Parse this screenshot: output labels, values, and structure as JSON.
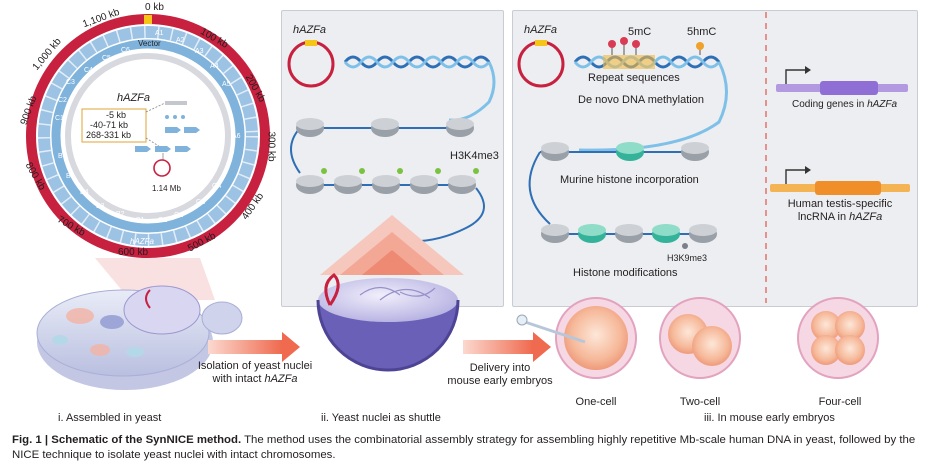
{
  "circular_map": {
    "title": "hAZFa",
    "kb_labels": [
      "0 kb",
      "100 kb",
      "200 kb",
      "300 kb",
      "400 kb",
      "500 kb",
      "600 kb",
      "700 kb",
      "800 kb",
      "900 kb",
      "1,000 kb",
      "1,100 kb"
    ],
    "vector_label": "Vector",
    "legend": [
      "-5 kb",
      "-40-71 kb",
      "268-331 kb"
    ],
    "center_size": "1.14 Mb",
    "ring_label": "hAZFa",
    "segments_top": [
      "A1",
      "A2",
      "A3",
      "A4",
      "A5",
      "A6"
    ],
    "segments_left": [
      "C1",
      "C2",
      "C3",
      "C4",
      "C5",
      "C6"
    ],
    "segments_bottom": [
      "B1",
      "B2",
      "B3",
      "B4",
      "B5",
      "B6",
      "G1",
      "G2",
      "G3",
      "G4"
    ],
    "colors": {
      "outer_ring": "#c8203f",
      "inner_ring": "#7fb3dc"
    }
  },
  "panel2": {
    "plasmid_label": "hAZFa",
    "mark_label": "H3K4me3"
  },
  "panel3": {
    "plasmid_label": "hAZFa",
    "mark_5mc": "5mC",
    "mark_5hmc": "5hmC",
    "repeat_sequences": "Repeat sequences",
    "de_novo": "De novo DNA methylation",
    "murine_histone": "Murine histone incorporation",
    "h3k9me3": "H3K9me3",
    "histone_mods": "Histone modifications"
  },
  "legend_right": {
    "coding_genes_prefix": "Coding genes in ",
    "coding_genes_italic": "hAZFa",
    "lncrna_line1": "Human testis-specific",
    "lncrna_line2_prefix": "lncRNA in ",
    "lncrna_line2_italic": "hAZFa"
  },
  "bottom": {
    "isolation_line1": "Isolation of yeast nuclei",
    "isolation_line2_prefix": "with intact ",
    "isolation_line2_italic": "hAZFa",
    "delivery_line1": "Delivery into",
    "delivery_line2": "mouse early embryos",
    "one_cell": "One-cell",
    "two_cell": "Two-cell",
    "four_cell": "Four-cell",
    "label_i": "i. Assembled in yeast",
    "label_ii": "ii. Yeast nuclei as shuttle",
    "label_iii": "iii. In mouse early embryos"
  },
  "caption": {
    "bold": "Fig. 1 | Schematic of the SynNICE method.",
    "text": " The method uses the combinatorial assembly strategy for assembling highly repetitive Mb-scale human DNA in yeast, followed by the NICE technique to isolate yeast nuclei with intact chromosomes."
  }
}
